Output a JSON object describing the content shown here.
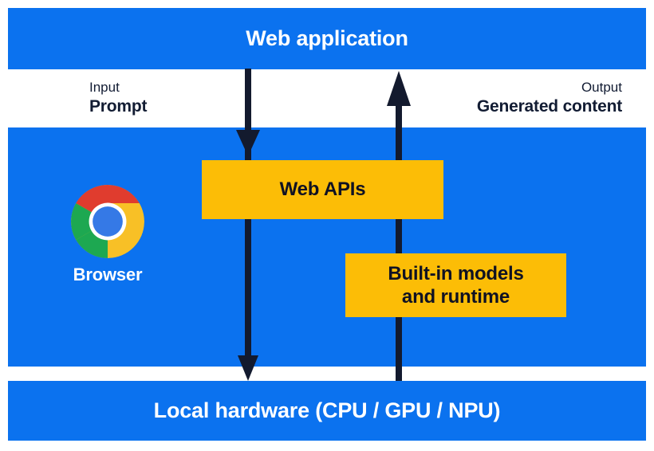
{
  "diagram": {
    "title": "Web application",
    "colors": {
      "blue": "#0b72ef",
      "yellow": "#fcbd06",
      "ink": "#121c33",
      "white": "#ffffff"
    },
    "bands": {
      "top": {
        "label": "Web application"
      },
      "middle": {
        "browser_label": "Browser",
        "browser_icon": "chrome-logo-icon"
      },
      "bottom": {
        "label": "Local hardware (CPU / GPU / NPU)"
      }
    },
    "flows": {
      "input": {
        "kicker": "Input",
        "value": "Prompt",
        "icon": "arrow-down-icon"
      },
      "output": {
        "kicker": "Output",
        "value": "Generated content",
        "icon": "arrow-up-icon"
      }
    },
    "boxes": [
      {
        "id": "web-apis",
        "label": "Web APIs"
      },
      {
        "id": "built-in-models",
        "label": "Built-in models\nand runtime"
      }
    ]
  }
}
